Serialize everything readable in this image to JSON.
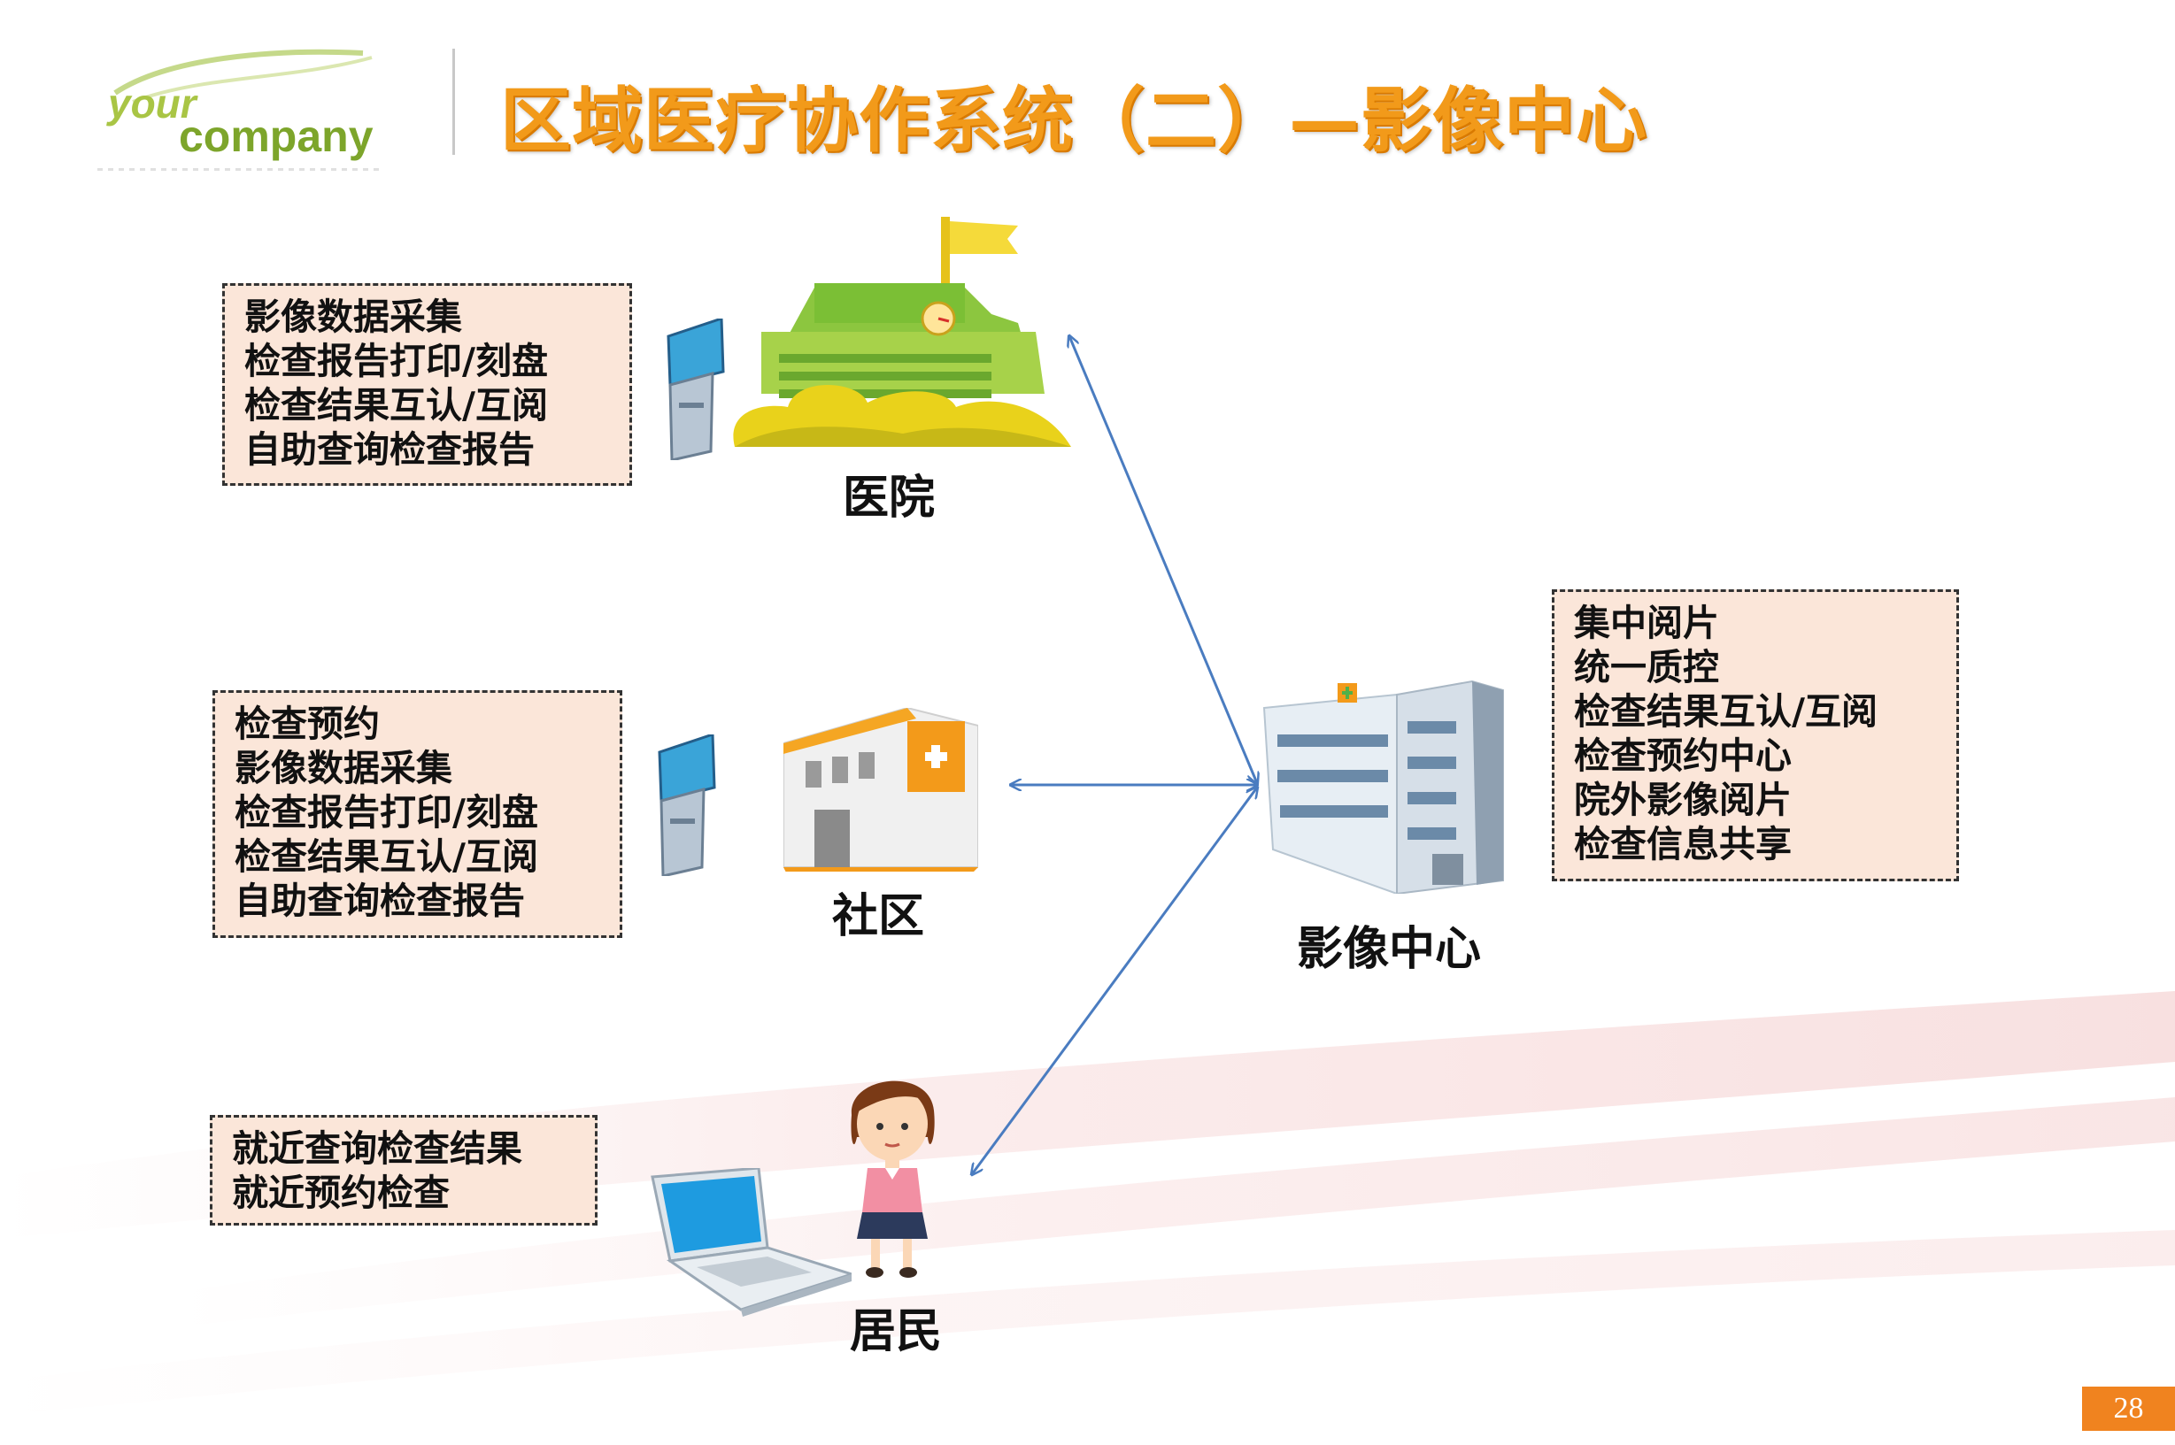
{
  "title": "区域医疗协作系统（二）—影像中心",
  "logo": {
    "your": "your",
    "company": "company"
  },
  "nodes": {
    "hospital": "医院",
    "community": "社区",
    "imaging_center": "影像中心",
    "resident": "居民"
  },
  "boxes": {
    "hospital": [
      "影像数据采集",
      "检查报告打印/刻盘",
      "检查结果互认/互阅",
      "自助查询检查报告"
    ],
    "community": [
      "检查预约",
      "影像数据采集",
      "检查报告打印/刻盘",
      "检查结果互认/互阅",
      "自助查询检查报告"
    ],
    "resident": [
      "就近查询检查结果",
      "就近预约检查"
    ],
    "imaging_center": [
      "集中阅片",
      "统一质控",
      "检查结果互认/互阅",
      "检查预约中心",
      "院外影像阅片",
      "检查信息共享"
    ]
  },
  "page_number": "28",
  "colors": {
    "title": "#f29a1a",
    "box_fill": "#fbe6d9",
    "arrow": "#4a7cc0",
    "page_badge": "#f0831f"
  }
}
